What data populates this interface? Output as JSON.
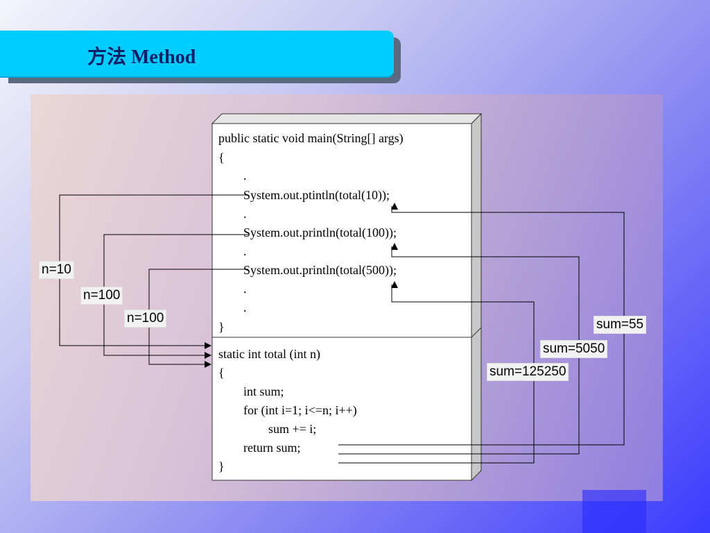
{
  "title": "方法 Method",
  "main_method": {
    "lines": [
      "public static void main(String[] args)",
      "{",
      "        .",
      "        System.out.ptintln(total(10));",
      "        .",
      "        System.out.println(total(100));",
      "        .",
      "        System.out.println(total(500));",
      "        .",
      "        .",
      "}"
    ]
  },
  "total_method": {
    "lines": [
      "static int total (int n)",
      "{",
      "        int sum;",
      "        for (int i=1; i<=n; i++)",
      "                sum += i;",
      "        return sum;",
      "}"
    ]
  },
  "args_labels": [
    "n=10",
    "n=100",
    "n=100"
  ],
  "return_labels": [
    "sum=55",
    "sum=5050",
    "sum=125250"
  ]
}
